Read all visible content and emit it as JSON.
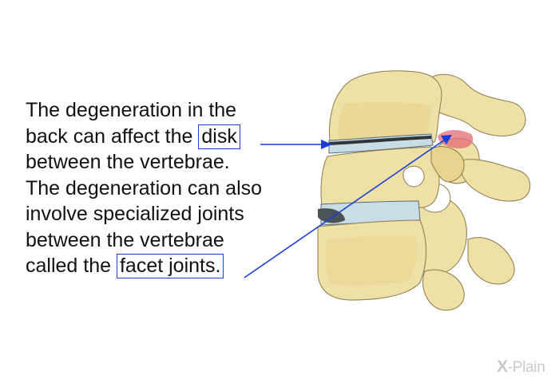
{
  "caption": {
    "line1": "The degeneration in the",
    "line2_before": "back can affect the ",
    "line2_term": "disk",
    "line3": "between the vertebrae.",
    "line4": "The degeneration can also",
    "line5": "involve specialized joints",
    "line6": "between the vertebrae",
    "line7_before": "called the ",
    "line7_term": "facet joints."
  },
  "logo": {
    "mark": "X",
    "name": "-Plain"
  },
  "colors": {
    "pointer": "#1a3fd8",
    "bone": "#efe0a6",
    "bone_shadow": "#d9c070",
    "disk": "#c8dde6",
    "degenerated_disk": "#4a5256",
    "inflammation": "#e46b73"
  },
  "icons": [
    "arrow-head-icon",
    "x-plain-logo-icon"
  ]
}
